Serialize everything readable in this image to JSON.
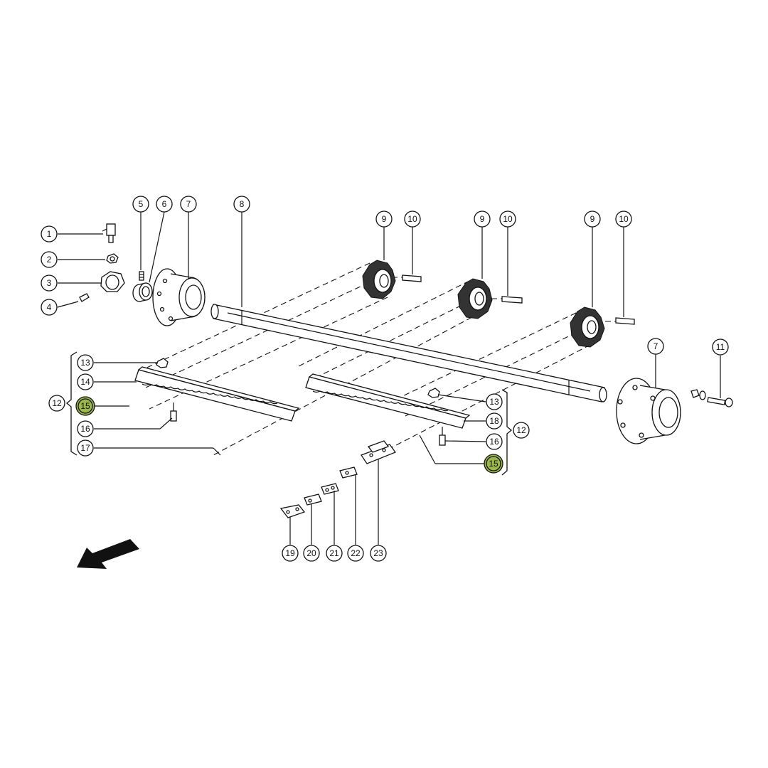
{
  "accent_color": "#9bb84a",
  "callouts": [
    {
      "label": "1",
      "highlighted": false
    },
    {
      "label": "2",
      "highlighted": false
    },
    {
      "label": "3",
      "highlighted": false
    },
    {
      "label": "4",
      "highlighted": false
    },
    {
      "label": "5",
      "highlighted": false
    },
    {
      "label": "6",
      "highlighted": false
    },
    {
      "label": "7",
      "highlighted": false
    },
    {
      "label": "8",
      "highlighted": false
    },
    {
      "label": "9",
      "highlighted": false
    },
    {
      "label": "10",
      "highlighted": false
    },
    {
      "label": "9",
      "highlighted": false
    },
    {
      "label": "10",
      "highlighted": false
    },
    {
      "label": "9",
      "highlighted": false
    },
    {
      "label": "10",
      "highlighted": false
    },
    {
      "label": "7",
      "highlighted": false
    },
    {
      "label": "11",
      "highlighted": false
    },
    {
      "label": "13",
      "highlighted": false
    },
    {
      "label": "14",
      "highlighted": false
    },
    {
      "label": "12",
      "highlighted": false
    },
    {
      "label": "15",
      "highlighted": true
    },
    {
      "label": "16",
      "highlighted": false
    },
    {
      "label": "17",
      "highlighted": false
    },
    {
      "label": "13",
      "highlighted": false
    },
    {
      "label": "18",
      "highlighted": false
    },
    {
      "label": "12",
      "highlighted": false
    },
    {
      "label": "16",
      "highlighted": false
    },
    {
      "label": "15",
      "highlighted": true
    },
    {
      "label": "19",
      "highlighted": false
    },
    {
      "label": "20",
      "highlighted": false
    },
    {
      "label": "21",
      "highlighted": false
    },
    {
      "label": "22",
      "highlighted": false
    },
    {
      "label": "23",
      "highlighted": false
    }
  ],
  "icons": {
    "direction": "direction-arrow-icon"
  }
}
